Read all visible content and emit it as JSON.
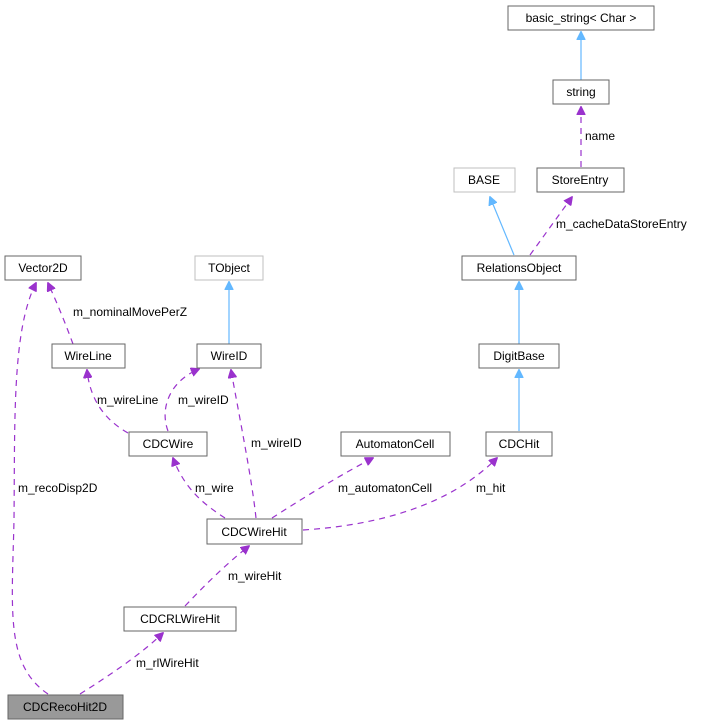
{
  "nodes": {
    "basic_string": "basic_string< Char >",
    "string": "string",
    "base": "BASE",
    "store_entry": "StoreEntry",
    "vector2d": "Vector2D",
    "tobject": "TObject",
    "relations_object": "RelationsObject",
    "wire_line": "WireLine",
    "wire_id": "WireID",
    "digit_base": "DigitBase",
    "cdc_wire": "CDCWire",
    "automaton_cell": "AutomatonCell",
    "cdc_hit": "CDCHit",
    "cdc_wire_hit": "CDCWireHit",
    "cdc_rl_wire_hit": "CDCRLWireHit",
    "cdc_reco_hit_2d": "CDCRecoHit2D"
  },
  "edge_labels": {
    "name": "name",
    "m_cache_data_store_entry": "m_cacheDataStoreEntry",
    "m_nominal_move_per_z": "m_nominalMovePerZ",
    "m_wire_line": "m_wireLine",
    "m_wire_id_from_wire": "m_wireID",
    "m_wire_id_from_wire_hit": "m_wireID",
    "m_wire": "m_wire",
    "m_automaton_cell": "m_automatonCell",
    "m_hit": "m_hit",
    "m_reco_disp_2d": "m_recoDisp2D",
    "m_wire_hit": "m_wireHit",
    "m_rl_wire_hit": "m_rlWireHit"
  },
  "colors": {
    "inheritance_edge": "#63b8ff",
    "usage_edge": "#9a32cd",
    "node_border": "#666666",
    "external_node_border": "#bfbfbf",
    "focus_node_fill": "#999999"
  }
}
